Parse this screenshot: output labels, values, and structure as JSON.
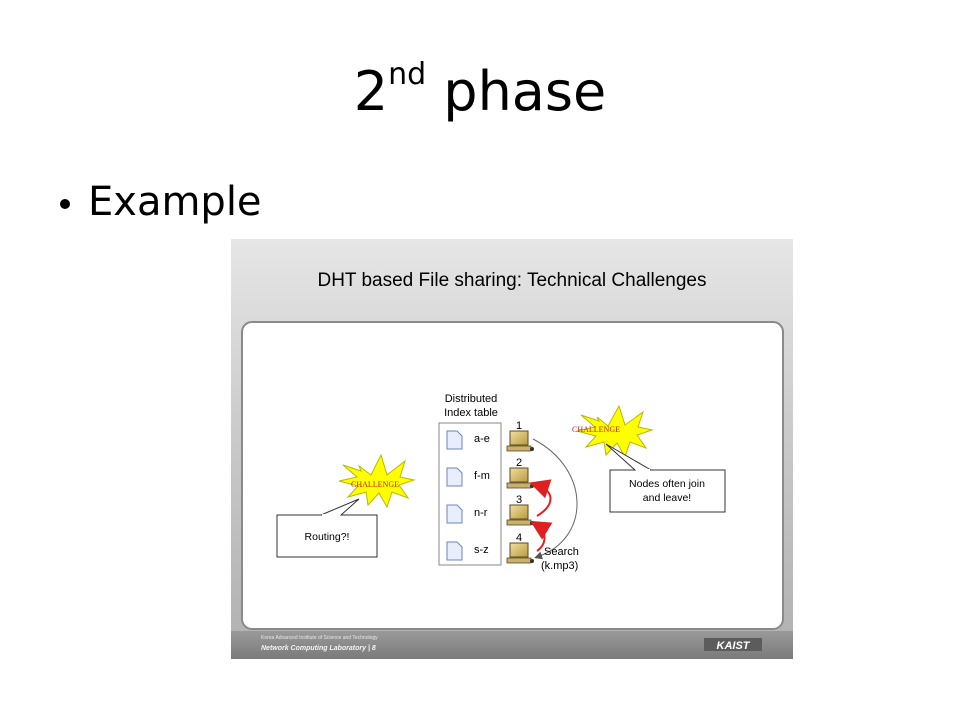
{
  "slide": {
    "title_main": "2",
    "title_sup": "nd",
    "title_rest": " phase",
    "bullet": "Example"
  },
  "embedded_slide": {
    "title": "DHT based File sharing: Technical Challenges",
    "index_table": {
      "heading_line1": "Distributed",
      "heading_line2": "Index table",
      "entries": [
        "a-e",
        "f-m",
        "n-r",
        "s-z"
      ]
    },
    "node_numbers": [
      "1",
      "2",
      "3",
      "4"
    ],
    "search_label_line1": "Search",
    "search_label_line2": "(k.mp3)",
    "burst_label": "CHALLENGE",
    "callout_left": "Routing?!",
    "callout_right_line1": "Nodes often join",
    "callout_right_line2": "and leave!",
    "footer_line1": "Korea Advanced Institute of Science and Technology",
    "footer_line2": "Network Computing Laboratory | 8",
    "logo": "KAIST"
  },
  "colors": {
    "challenge_red": "#cc1a1a",
    "burst_yellow": "#ffff00",
    "arrow_red": "#e02020",
    "footer_gray": "#8c8c8c"
  }
}
